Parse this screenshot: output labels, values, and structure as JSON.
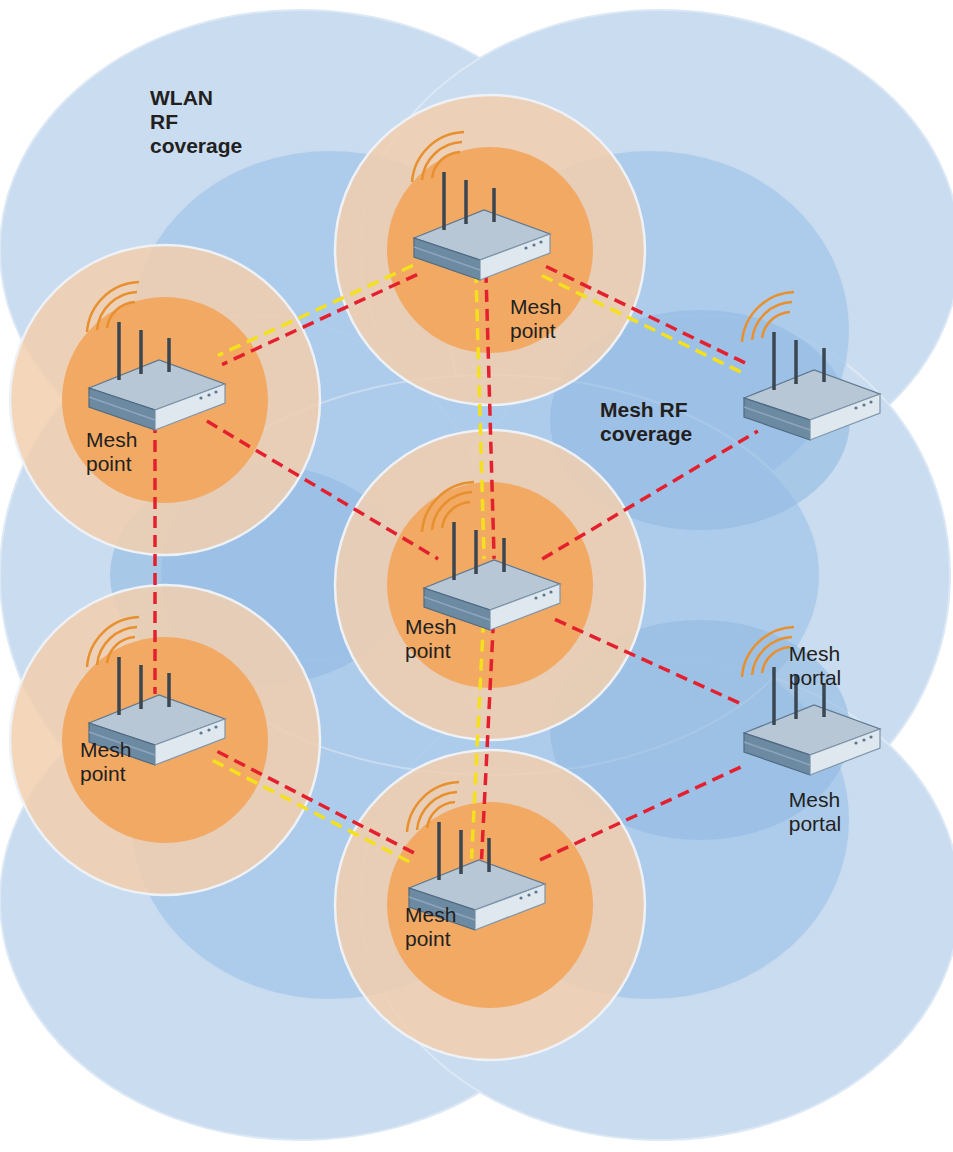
{
  "diagram": {
    "nodes": [
      {
        "text": [
          "Mesh point"
        ]
      },
      {
        "text": [
          "Mesh point"
        ]
      },
      {
        "text": [
          "Mesh portal"
        ]
      },
      {
        "text": [
          "Mesh point"
        ]
      },
      {
        "text": [
          "Mesh point"
        ]
      },
      {
        "text": [
          "Mesh portal"
        ]
      },
      {
        "text": [
          "Mesh point"
        ]
      }
    ],
    "edges": [
      {
        "from": 0,
        "to": 1,
        "arrow": "none"
      },
      {
        "from": 0,
        "to": 3,
        "arrow": "none"
      },
      {
        "from": 0,
        "to": 2,
        "arrow": "none"
      },
      {
        "from": 1,
        "to": 3,
        "arrow": "none"
      },
      {
        "from": 1,
        "to": 4,
        "arrow": "none"
      },
      {
        "from": 3,
        "to": 2,
        "arrow": "none"
      },
      {
        "from": 3,
        "to": 5,
        "arrow": "none"
      },
      {
        "from": 3,
        "to": 6,
        "arrow": "none"
      },
      {
        "from": 4,
        "to": 6,
        "arrow": "none"
      },
      {
        "from": 6,
        "to": 5,
        "arrow": "none"
      },
      {
        "from": 0,
        "to": 1,
        "arrow": "none"
      },
      {
        "from": 0,
        "to": 2,
        "arrow": "none"
      },
      {
        "from": 0,
        "to": 3,
        "arrow": "none"
      },
      {
        "from": 3,
        "to": 6,
        "arrow": "none"
      },
      {
        "from": 4,
        "to": 6,
        "arrow": "none"
      }
    ],
    "labels": [
      "WLAN RF coverage",
      "Mesh RF coverage"
    ]
  }
}
